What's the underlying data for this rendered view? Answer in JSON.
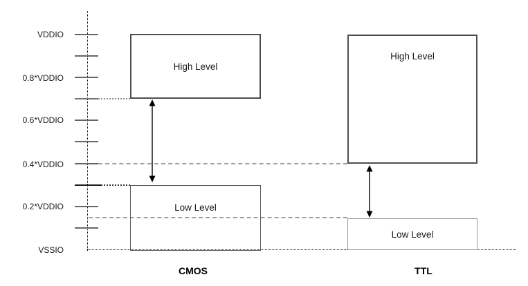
{
  "axis": {
    "labels": [
      {
        "text": "VDDIO"
      },
      {
        "text": "0.8*VDDIO"
      },
      {
        "text": "0.6*VDDIO"
      },
      {
        "text": "0.4*VDDIO"
      },
      {
        "text": "0.2*VDDIO"
      },
      {
        "text": "VSSIO"
      }
    ]
  },
  "cmos": {
    "name": "CMOS",
    "high_label": "High Level",
    "low_label": "Low Level"
  },
  "ttl": {
    "name": "TTL",
    "high_label": "High Level",
    "low_label": "Low Level"
  },
  "colors": {
    "box_border_dark": "#4d4d4d",
    "box_border_light": "#999999",
    "dashed_gray": "#a0a0a0",
    "text": "#1a1a1a"
  },
  "chart_data": {
    "type": "diagram",
    "y_axis_unit": "fraction of VDDIO (VSSIO = 0, VDDIO = 1)",
    "y_tick_labels": [
      "VDDIO",
      "0.8*VDDIO",
      "0.6*VDDIO",
      "0.4*VDDIO",
      "0.2*VDDIO",
      "VSSIO"
    ],
    "groups": [
      {
        "name": "CMOS",
        "high_level_range_vddio": [
          0.7,
          1.0
        ],
        "low_level_range_vddio": [
          0.0,
          0.3
        ],
        "undefined_region_vddio": [
          0.3,
          0.7
        ]
      },
      {
        "name": "TTL",
        "high_level_range_vddio": [
          0.4,
          1.0
        ],
        "low_level_range_vddio": [
          0.0,
          0.15
        ],
        "undefined_region_vddio": [
          0.15,
          0.4
        ]
      }
    ]
  }
}
